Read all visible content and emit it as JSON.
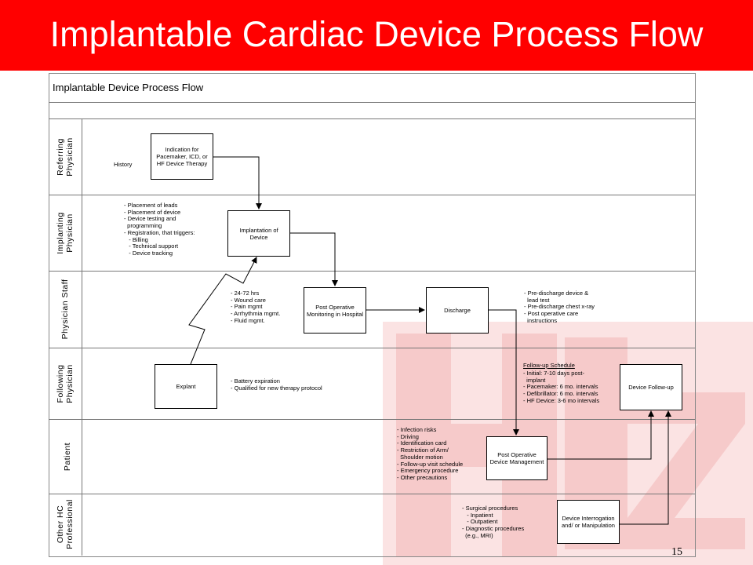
{
  "slide": {
    "title": "Implantable Cardiac Device Process Flow",
    "title_bg_color": "#ff0000",
    "page_number": "15"
  },
  "diagram": {
    "header": "Implantable Device Process Flow",
    "lanes": [
      {
        "line1": "Referring",
        "line2": "Physician"
      },
      {
        "line1": "Implanting",
        "line2": "Physician"
      },
      {
        "line1": "Physician Staff",
        "line2": ""
      },
      {
        "line1": "Following",
        "line2": "Physician"
      },
      {
        "line1": "Patient",
        "line2": ""
      },
      {
        "line1": "Other HC",
        "line2": "Professional"
      }
    ],
    "boxes": {
      "indication": "Indication for Pacemaker, ICD, or HF Device Therapy",
      "implantation": "Implantation of Device",
      "post_op_monitoring": "Post Operative Monitoring in Hospital",
      "discharge": "Discharge",
      "explant": "Explant",
      "device_follow_up": "Device Follow-up",
      "post_op_management": "Post Operative Device Management",
      "device_interrogation": "Device Interrogation and/ or Manipulation"
    },
    "notes": {
      "history": "History",
      "implanting_list": "- Placement of leads\n- Placement of device\n- Device testing and\n  programming\n- Registration, that triggers:\n   - Billing\n   - Technical support\n   - Device tracking",
      "staff_list": "- 24-72 hrs\n- Wound care\n- Pain mgmt\n- Arrhythmia mgmt.\n- Fluid mgmt.",
      "discharge_list": "- Pre-discharge device &\n  lead test\n- Pre-discharge chest x-ray\n- Post operative care\n  instructions",
      "explant_list": "- Battery expiration\n- Qualified for new therapy protocol",
      "followup_title": "Follow-up Schedule",
      "followup_list": "- Initial: 7-10 days post-\n  implant\n- Pacemaker: 6 mo. intervals\n- Defibrillator: 6 mo. intervals\n- HF Device: 3-6 mo intervals",
      "patient_list": "- Infection risks\n- Driving\n- Identification card\n- Restriction of Arm/\n  Shoulder motion\n- Follow-up visit schedule\n- Emergency procedure\n- Other precautions",
      "other_list": "- Surgical procedures\n   - Inpatient\n   - Outpatient\n- Diagnostic procedures\n  (e.g., MRI)"
    },
    "watermark_letters": "HIZ",
    "watermark_color": "#f4c0c0"
  }
}
